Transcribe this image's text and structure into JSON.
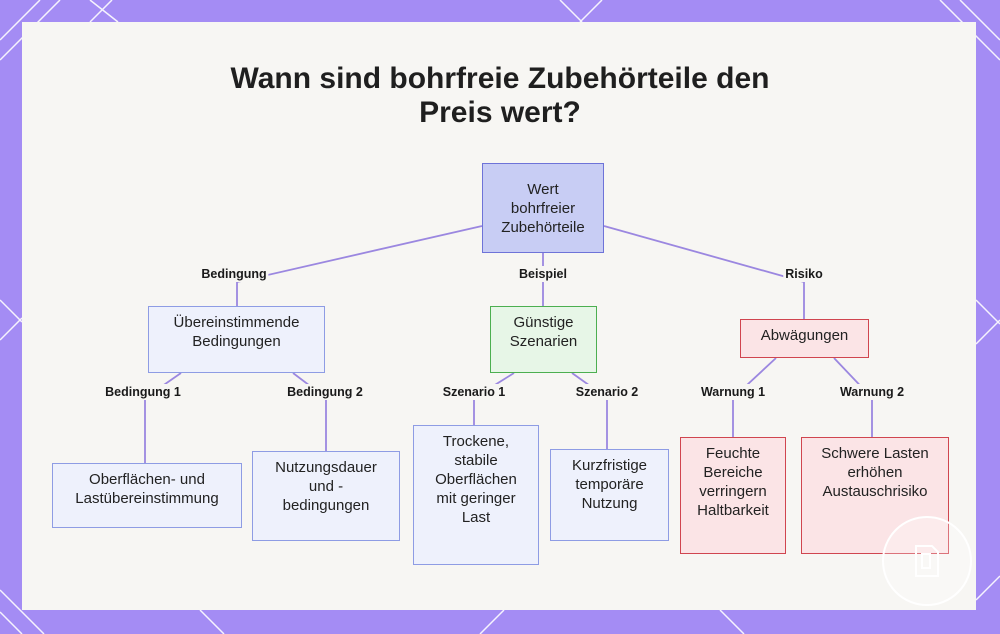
{
  "title": "Wann sind bohrfreie Zubehörteile den\nPreis wert?",
  "nodes": {
    "root": "Wert\nbohrfreier\nZubehörteile",
    "conditions": "Übereinstimmende\nBedingungen",
    "scenarios": "Günstige\nSzenarien",
    "tradeoffs": "Abwägungen",
    "surface_load": "Oberflächen- und\nLastübereinstimmung",
    "duration": "Nutzungsdauer\nund -\nbedingungen",
    "dry_surfaces": "Trockene,\nstabile\nOberflächen\nmit geringer\nLast",
    "short_term": "Kurzfristige\ntemporäre\nNutzung",
    "humid": "Feuchte\nBereiche\nverringern\nHaltbarkeit",
    "heavy_loads": "Schwere Lasten\nerhöhen\nAustauschrisiko"
  },
  "edges": {
    "condition": "Bedingung",
    "example": "Beispiel",
    "risk": "Risiko",
    "condition_1": "Bedingung 1",
    "condition_2": "Bedingung 2",
    "scenario_1": "Szenario 1",
    "scenario_2": "Szenario 2",
    "warning_1": "Warnung 1",
    "warning_2": "Warnung 2"
  },
  "colors": {
    "frame": "#a48cf4",
    "connector": "#9b87e0",
    "blue_border": "#8e9ce4",
    "green_border": "#4caf50",
    "red_border": "#d0454f"
  },
  "icons": {
    "logo": "document-logo-icon"
  }
}
